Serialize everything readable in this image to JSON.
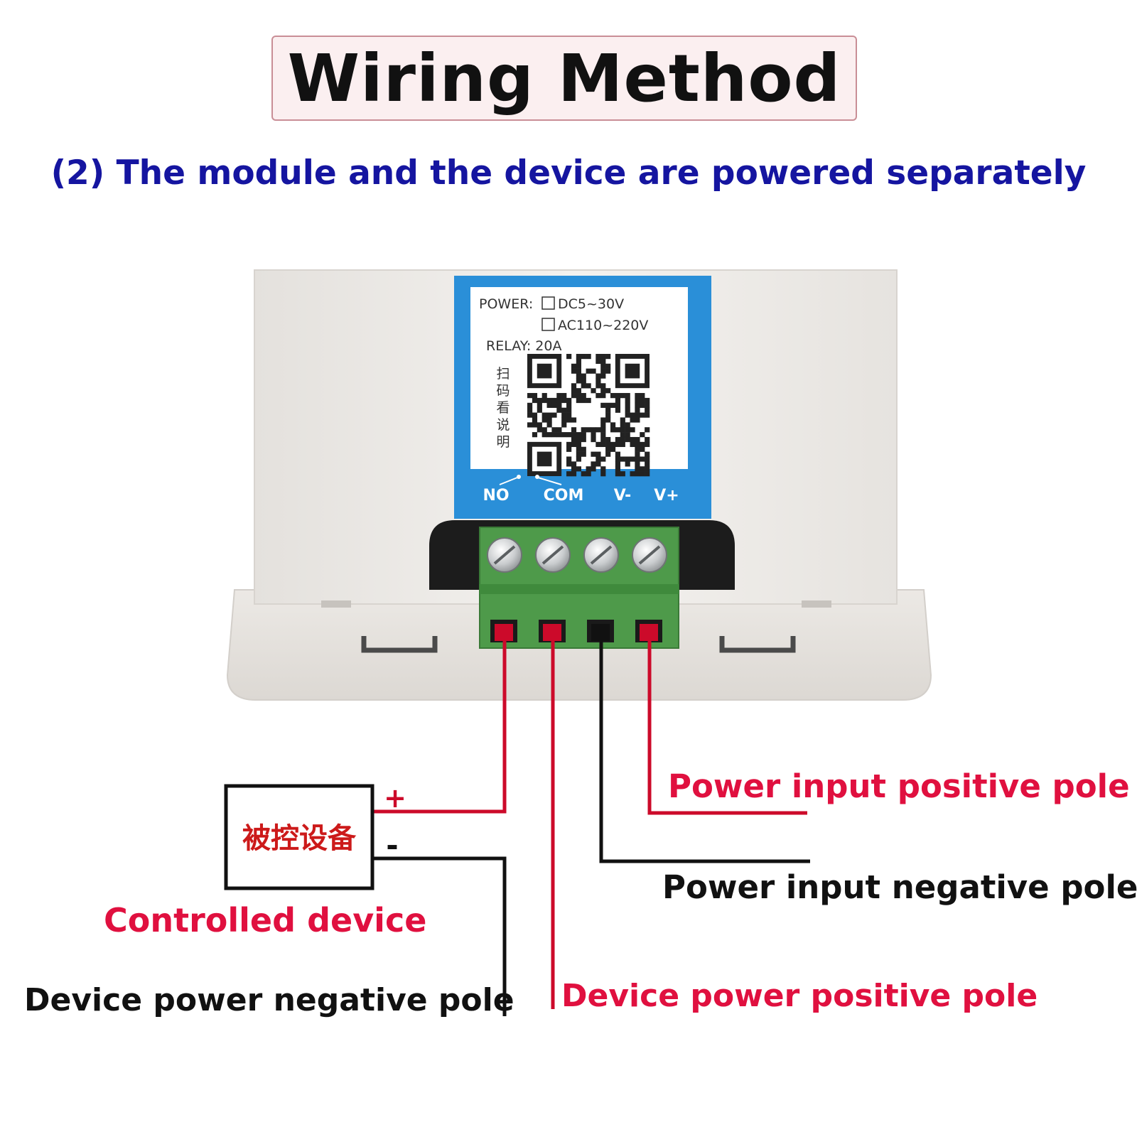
{
  "title": "Wiring Method",
  "subtitle": "(2) The module and the device are powered separately",
  "module_label": {
    "power_prefix": "POWER:",
    "power_options": [
      "DC5~30V",
      "AC110~220V"
    ],
    "relay": "RELAY: 20A",
    "qr_side_text": [
      "扫",
      "码",
      "看",
      "说",
      "明"
    ],
    "terminals": [
      "NO",
      "COM",
      "V-",
      "V+"
    ]
  },
  "device_box": {
    "text": "被控设备",
    "plus": "+",
    "minus": "-"
  },
  "labels": {
    "power_input_positive": "Power input positive pole",
    "power_input_negative": "Power input negative pole",
    "controlled_device": "Controlled device",
    "device_power_negative": "Device power negative pole",
    "device_power_positive": "Device power positive pole"
  },
  "colors": {
    "wire_red": "#cc0a2a",
    "wire_black": "#111111",
    "label_red": "#e0103f",
    "subtitle_blue": "#1515a0",
    "label_blue": "#2a8fd8",
    "terminal_green": "#4e9a4a"
  }
}
